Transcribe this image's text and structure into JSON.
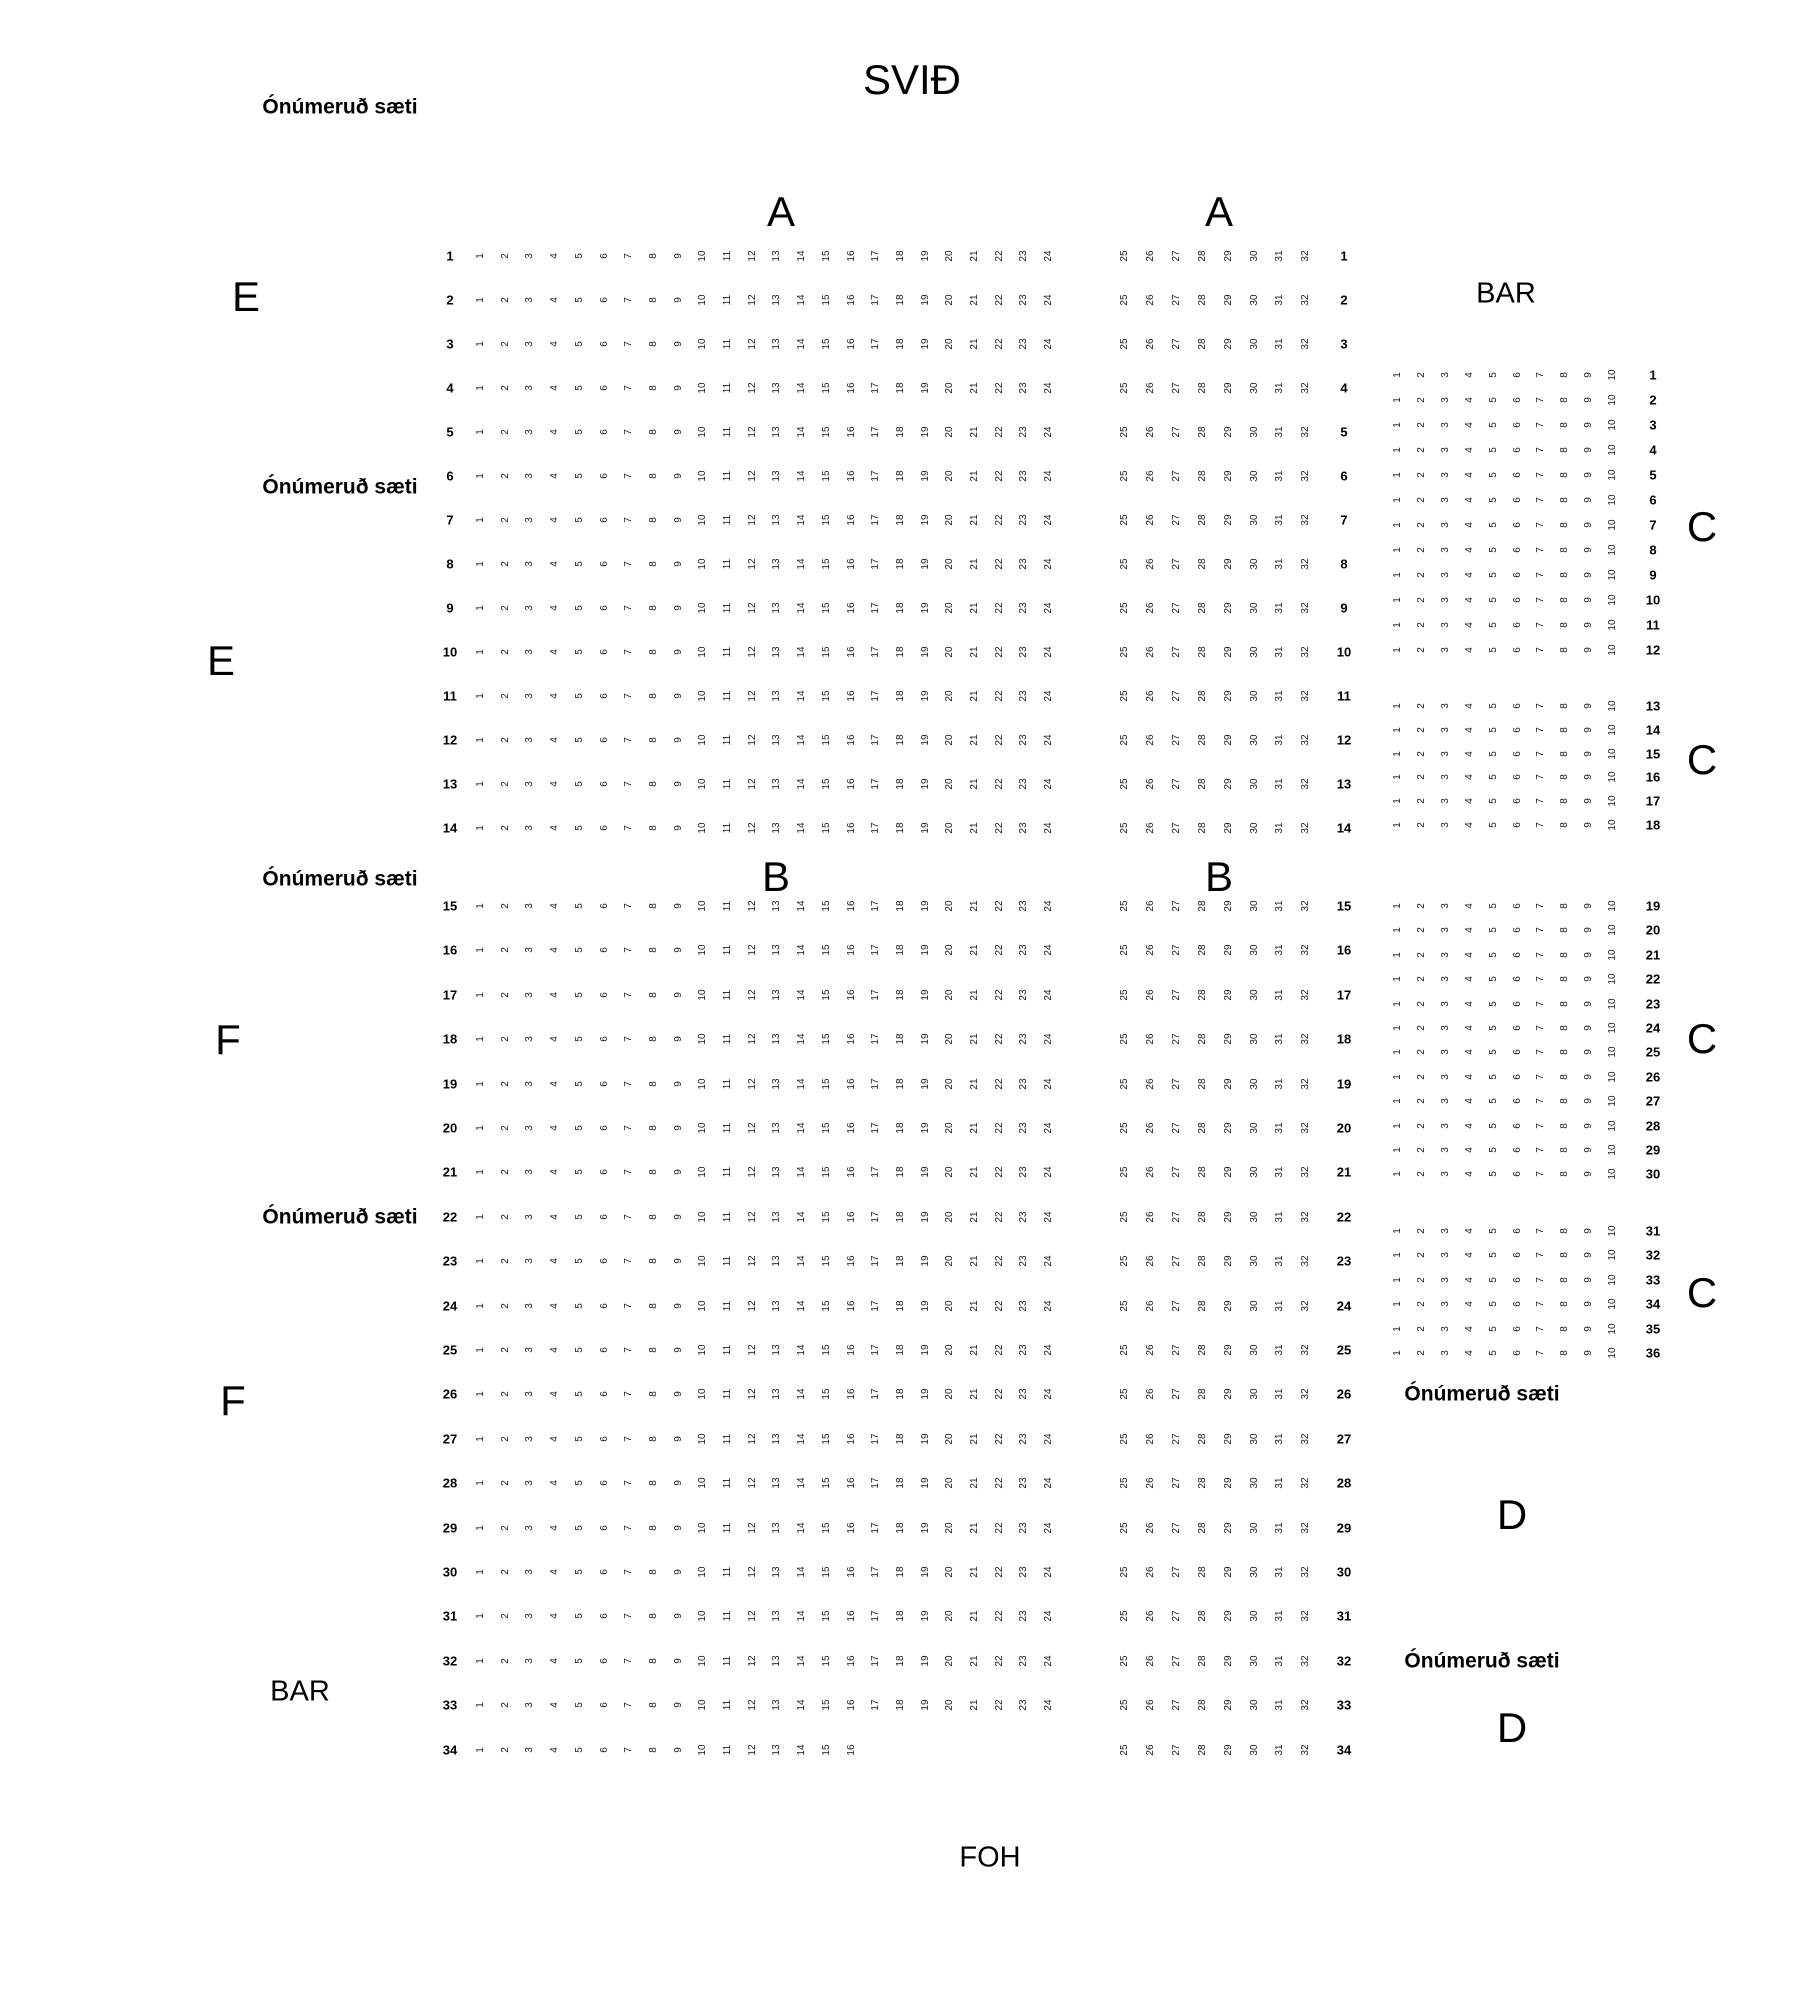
{
  "stage_label": "SVIÐ",
  "foh_label": "FOH",
  "bar_label": "BAR",
  "unnumbered_label": "Ónúmeruð sæti",
  "section_labels": {
    "a": "A",
    "b": "B",
    "c": "C",
    "d": "D",
    "e": "E",
    "f": "F"
  },
  "main_block": {
    "row_start": 1,
    "row_end": 34,
    "left_seat_start": 1,
    "left_seat_end": 24,
    "right_seat_start": 25,
    "right_seat_end": 32,
    "last_row_left_seat_end": 16,
    "rows_before_b_gap": 14
  },
  "c_block": {
    "seat_start": 1,
    "seat_end": 10,
    "groups": [
      {
        "row_start": 1,
        "row_end": 12
      },
      {
        "row_start": 13,
        "row_end": 18
      },
      {
        "row_start": 19,
        "row_end": 30
      },
      {
        "row_start": 31,
        "row_end": 36
      }
    ]
  }
}
